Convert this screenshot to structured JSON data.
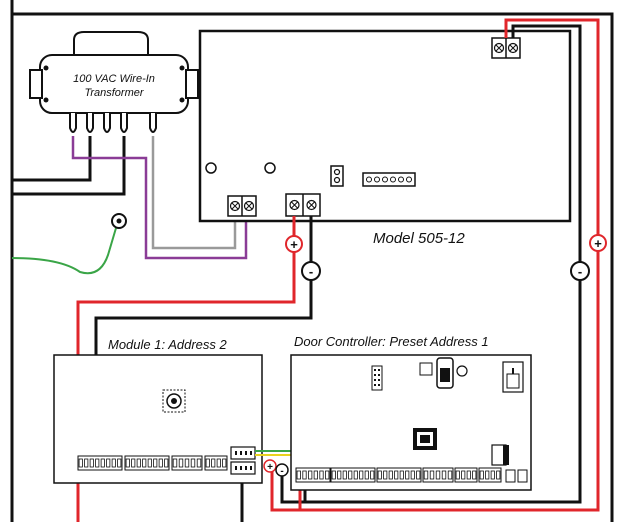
{
  "transformer": {
    "label_line1": "100 VAC Wire-In",
    "label_line2": "Transformer"
  },
  "power_supply": {
    "model_label": "Model 505-12"
  },
  "module1": {
    "label": "Module 1: Address 2"
  },
  "door_controller": {
    "label": "Door Controller: Preset Address 1"
  },
  "polarity": {
    "plus": "+",
    "minus": "-"
  },
  "wire_colors": {
    "red": "#e0262b",
    "black": "#1a1a1a",
    "gray": "#9a9a9a",
    "purple": "#8a3c96",
    "green": "#3aa547",
    "yellow": "#e9d21f"
  }
}
